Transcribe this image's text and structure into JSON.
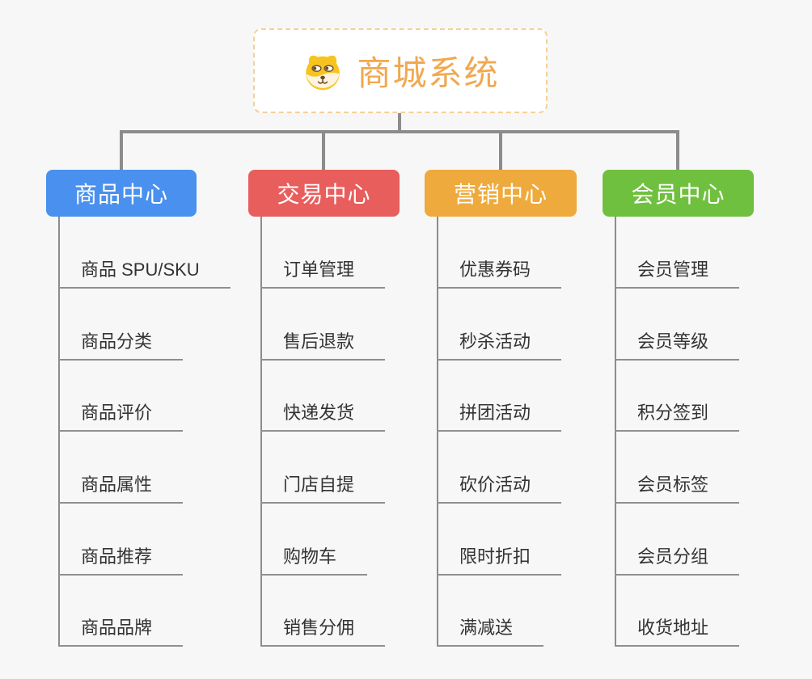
{
  "page": {
    "background_color": "#f7f7f7",
    "connector_color": "#8c8c8c"
  },
  "root": {
    "title": "商城系统",
    "title_color": "#f1a84f",
    "border_color": "#f6d096",
    "icon": "shiba-dog-icon"
  },
  "branches": [
    {
      "label": "商品中心",
      "color": "#4a90ee",
      "children": [
        "商品 SPU/SKU",
        "商品分类",
        "商品评价",
        "商品属性",
        "商品推荐",
        "商品品牌"
      ]
    },
    {
      "label": "交易中心",
      "color": "#e85e5c",
      "children": [
        "订单管理",
        "售后退款",
        "快递发货",
        "门店自提",
        "购物车",
        "销售分佣"
      ]
    },
    {
      "label": "营销中心",
      "color": "#eeaa3c",
      "children": [
        "优惠券码",
        "秒杀活动",
        "拼团活动",
        "砍价活动",
        "限时折扣",
        "满减送"
      ]
    },
    {
      "label": "会员中心",
      "color": "#70c040",
      "children": [
        "会员管理",
        "会员等级",
        "积分签到",
        "会员标签",
        "会员分组",
        "收货地址"
      ]
    }
  ]
}
